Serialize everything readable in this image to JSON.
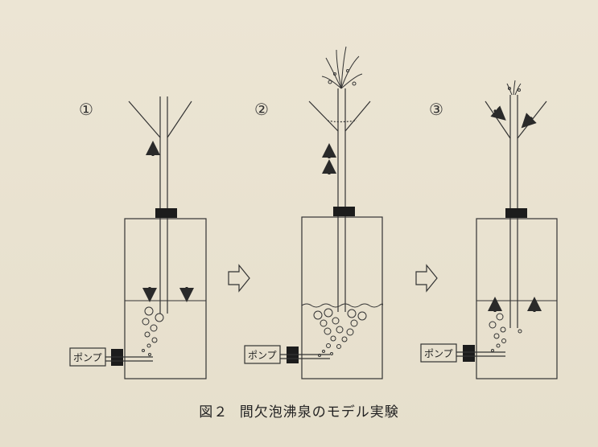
{
  "panels": [
    {
      "number": "①",
      "pump_label": "ポンプ"
    },
    {
      "number": "②",
      "pump_label": "ポンプ"
    },
    {
      "number": "③",
      "pump_label": "ポンプ"
    }
  ],
  "caption": {
    "figure_number": "図２",
    "title": "間欠泡沸泉のモデル実験"
  },
  "colors": {
    "line": "#333333",
    "background": "#ece5d4",
    "stopper": "#1c1c1c",
    "arrow": "#2a2a2a"
  }
}
